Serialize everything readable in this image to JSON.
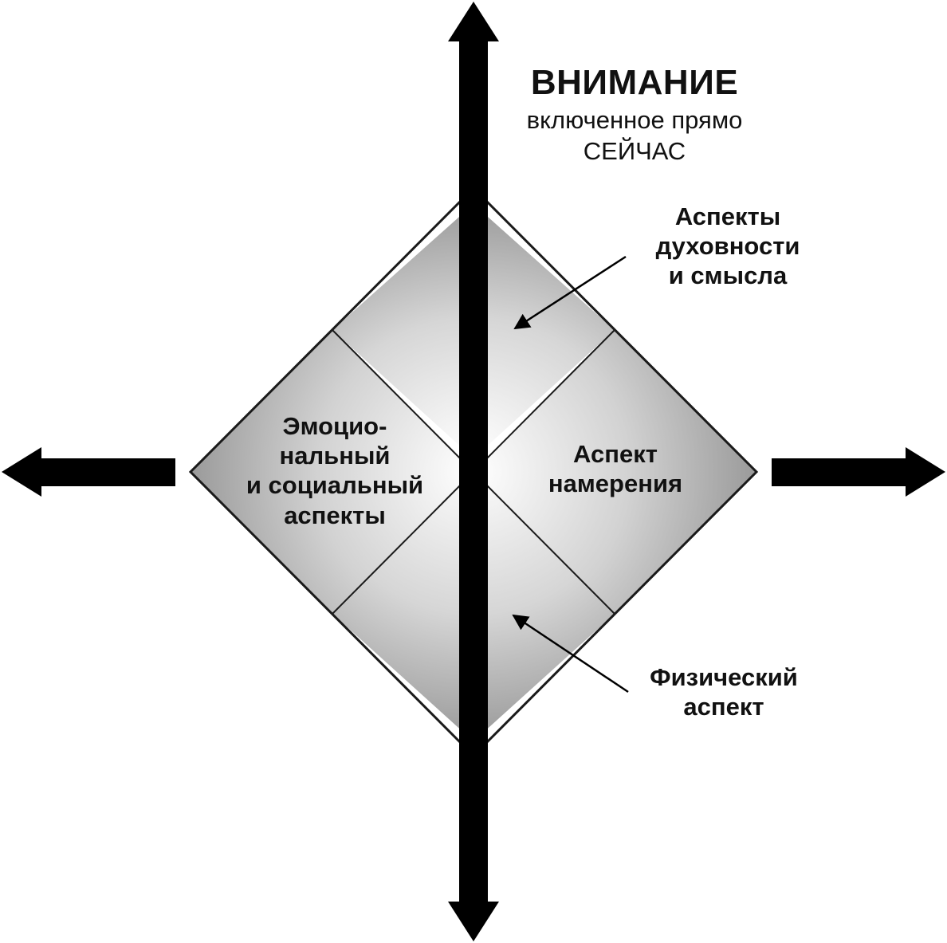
{
  "header": {
    "title": "ВНИМАНИЕ",
    "subtitle_line1": "включенное прямо",
    "subtitle_line2": "СЕЙЧАС"
  },
  "quadrants": {
    "spirituality": [
      "Аспекты",
      "духовности",
      "и смысла"
    ],
    "emotional_social": [
      "Эмоцио-",
      "нальный",
      "и социальный",
      "аспекты"
    ],
    "intention": [
      "Аспект",
      "намерения"
    ],
    "physical": [
      "Физический",
      "аспект"
    ]
  },
  "colors": {
    "arrow": "#000000",
    "diamond_edge": "#1a1a1a",
    "fill_dark": "#9a9a9a",
    "fill_light": "#ffffff"
  }
}
